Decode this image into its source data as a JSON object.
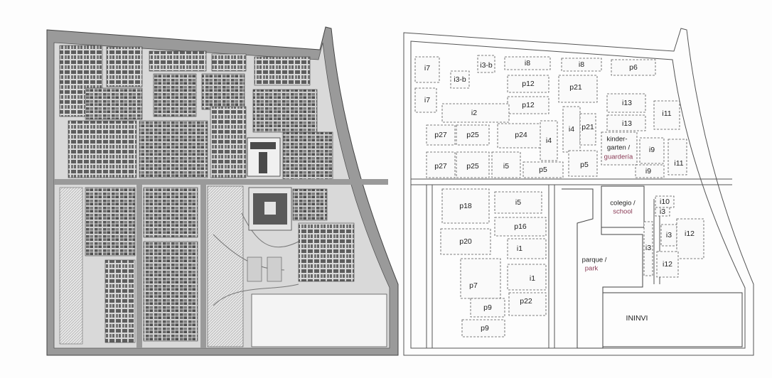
{
  "colors": {
    "paper": "#fdfdfd",
    "road_fill": "#9a9a9a",
    "block_dark": "#5a5a5a",
    "block_light": "#d4d4d4",
    "hatch": "#bdbdbd",
    "accent_text": "#8a3a55",
    "outline": "#555555"
  },
  "left_plan": {
    "description_icon": "figure-ground-site-plan"
  },
  "right_plan": {
    "labels": {
      "i7_a": "i7",
      "i7_b": "i7",
      "i3b_a": "i3-b",
      "i3b_b": "i3-b",
      "i8_a": "i8",
      "i8_b": "i8",
      "p6": "p6",
      "p12_a": "p12",
      "p12_b": "p12",
      "p21_a": "p21",
      "p21_b": "p21",
      "i2": "i2",
      "i13_a": "i13",
      "i13_b": "i13",
      "i11_a": "i11",
      "i11_b": "i11",
      "p27_a": "p27",
      "p27_b": "p27",
      "p25_a": "p25",
      "p25_b": "p25",
      "p24": "p24",
      "i4_a": "i4",
      "i4_b": "i4",
      "kinder_line1": "kinder-",
      "kinder_line2": "garten /",
      "kinder_es": "guardería",
      "i9_a": "i9",
      "i9_b": "i9",
      "i5_a": "i5",
      "i5_b": "i5",
      "p5_a": "p5",
      "p5_b": "p5",
      "p18": "p18",
      "colegio_line1": "colegio /",
      "colegio_en": "school",
      "i10": "i10",
      "i3_a": "i3",
      "i3_b": "i3",
      "i3_c": "i3",
      "i12_a": "i12",
      "i12_b": "i12",
      "p16": "p16",
      "p20": "p20",
      "i1_a": "i1",
      "i1_b": "i1",
      "parque_line1": "parque /",
      "parque_en": "park",
      "p7": "p7",
      "p22": "p22",
      "p9_a": "p9",
      "p9_b": "p9",
      "ininvi": "ININVI"
    }
  }
}
